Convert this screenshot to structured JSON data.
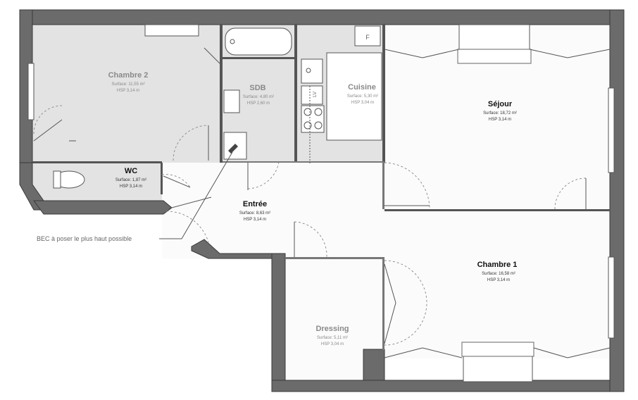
{
  "rooms": {
    "chambre2": {
      "name": "Chambre 2",
      "surface": "Surface: 11,55 m²",
      "hsp": "HSP 3,14 m"
    },
    "sdb": {
      "name": "SDB",
      "surface": "Surface: 4,80 m²",
      "hsp": "HSP 2,60 m"
    },
    "cuisine": {
      "name": "Cuisine",
      "surface": "Surface: 5,30 m²",
      "hsp": "HSP 3,04 m"
    },
    "sejour": {
      "name": "Séjour",
      "surface": "Surface: 18,72 m²",
      "hsp": "HSP 3,14 m"
    },
    "wc": {
      "name": "WC",
      "surface": "Surface: 1,87 m²",
      "hsp": "HSP 3,14 m"
    },
    "entree": {
      "name": "Entrée",
      "surface": "Surface: 8,63 m²",
      "hsp": "HSP 3,14 m"
    },
    "chambre1": {
      "name": "Chambre 1",
      "surface": "Surface: 16,58 m²",
      "hsp": "HSP 3,14 m"
    },
    "dressing": {
      "name": "Dressing",
      "surface": "Surface: 5,11 m²",
      "hsp": "HSP 3,04 m"
    }
  },
  "annotations": {
    "bec_note": "BEC à poser le plus haut possible",
    "fridge_label": "F",
    "sink_label": "LV"
  },
  "colors": {
    "wall": "#6b6b6b",
    "wet_room": "#e3e3e3",
    "dry_room": "#fbfbfb"
  }
}
